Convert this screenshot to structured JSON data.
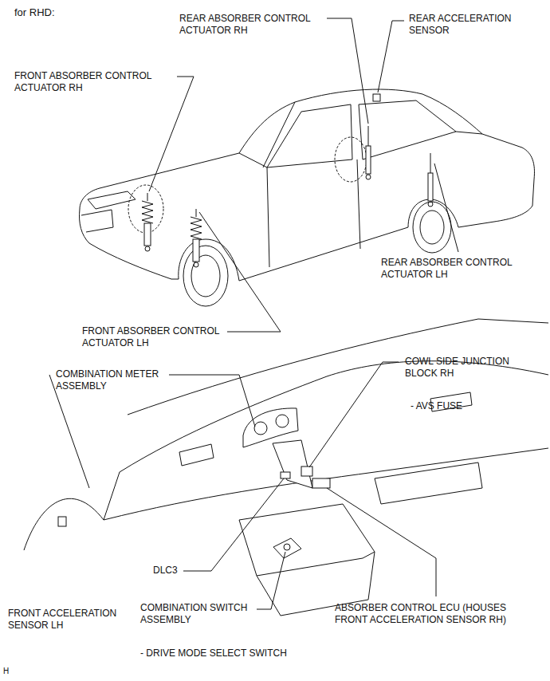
{
  "diagram": {
    "title": "for RHD:",
    "labels": [
      "REAR ABSORBER CONTROL ACTUATOR RH",
      "REAR ACCELERATION SENSOR",
      "FRONT ABSORBER CONTROL ACTUATOR RH",
      "REAR ABSORBER CONTROL ACTUATOR LH",
      "FRONT ABSORBER CONTROL ACTUATOR LH",
      "COMBINATION METER ASSEMBLY",
      "COWL SIDE JUNCTION BLOCK RH",
      "- AVS FUSE",
      "DLC3",
      "FRONT ACCELERATION SENSOR LH",
      "COMBINATION SWITCH ASSEMBLY",
      "ABSORBER CONTROL ECU (HOUSES FRONT ACCELERATION SENSOR RH)",
      "- DRIVE MODE SELECT SWITCH",
      "H"
    ]
  }
}
